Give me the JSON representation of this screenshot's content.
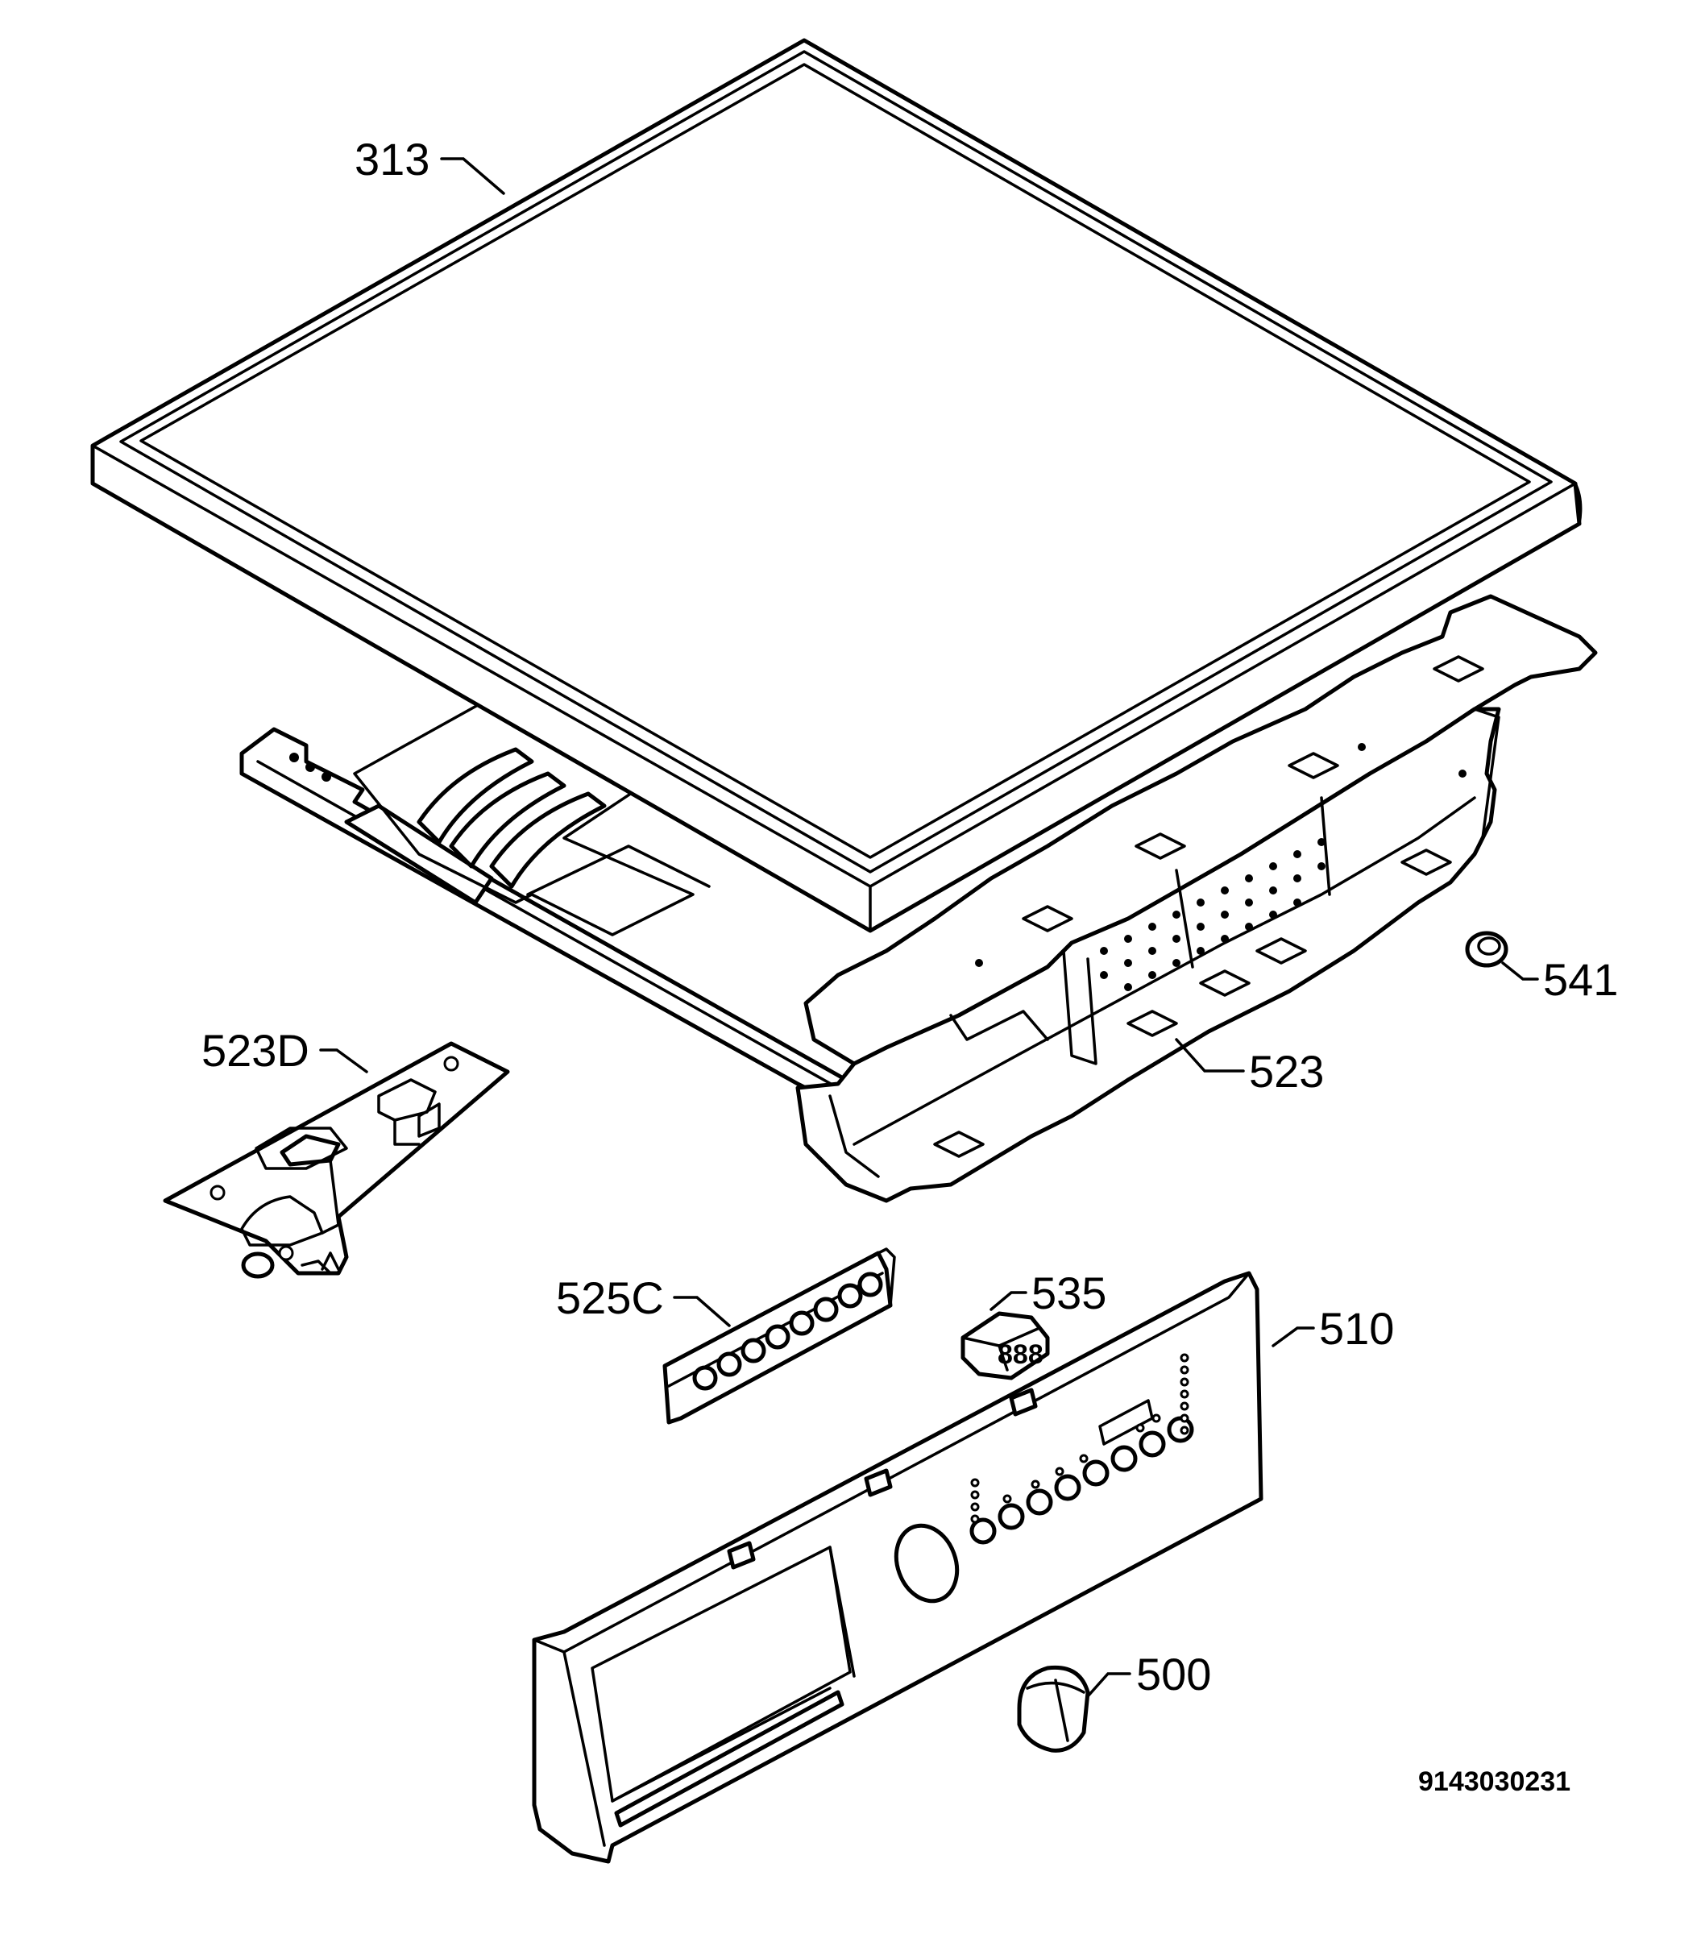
{
  "parts": {
    "p313": "313",
    "p523": "523",
    "p523D": "523D",
    "p541": "541",
    "p525C": "525C",
    "p535": "535",
    "p510": "510",
    "p500": "500"
  },
  "drawing_number": "9143030231",
  "display_digits": "888"
}
